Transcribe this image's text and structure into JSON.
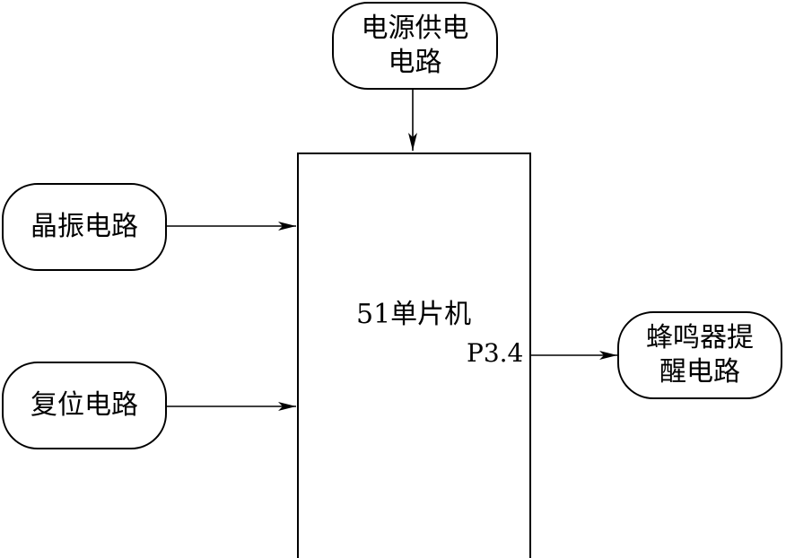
{
  "nodes": {
    "power": {
      "line1": "电源供电",
      "line2": "电路"
    },
    "crystal": {
      "label": "晶振电路"
    },
    "reset": {
      "label": "复位电路"
    },
    "buzzer": {
      "line1": "蜂鸣器提",
      "line2": "醒电路"
    },
    "mcu": {
      "label": "51单片机",
      "pin": "P3.4"
    }
  },
  "edges": [
    {
      "from": "power",
      "to": "mcu"
    },
    {
      "from": "crystal",
      "to": "mcu"
    },
    {
      "from": "reset",
      "to": "mcu"
    },
    {
      "from": "mcu",
      "to": "buzzer",
      "via": "P3.4"
    }
  ]
}
